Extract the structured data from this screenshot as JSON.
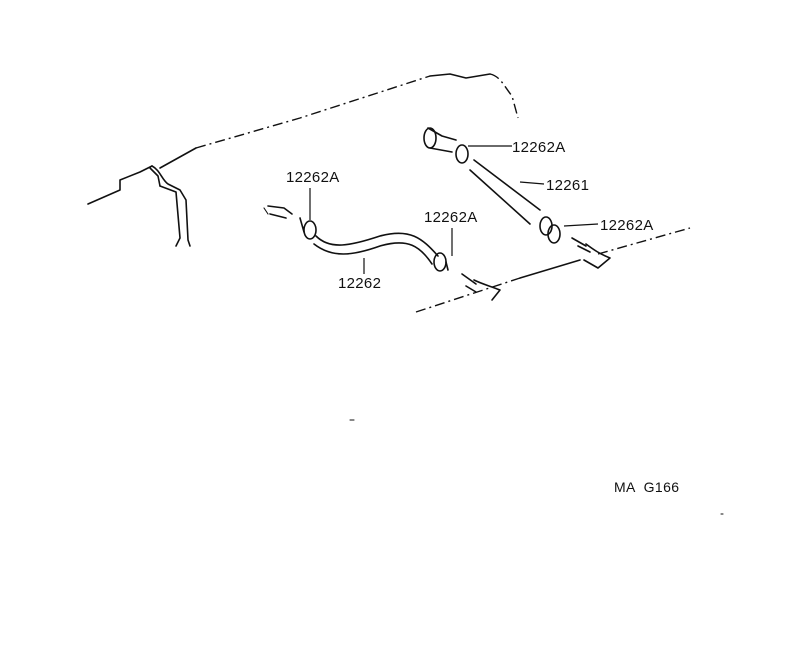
{
  "diagram": {
    "labels": {
      "clamp_1": "12262A",
      "clamp_2": "12262A",
      "clamp_3": "12262A",
      "clamp_4": "12262A",
      "hose_1": "12261",
      "hose_2": "12262"
    },
    "drawing_code": "MA  G166"
  }
}
